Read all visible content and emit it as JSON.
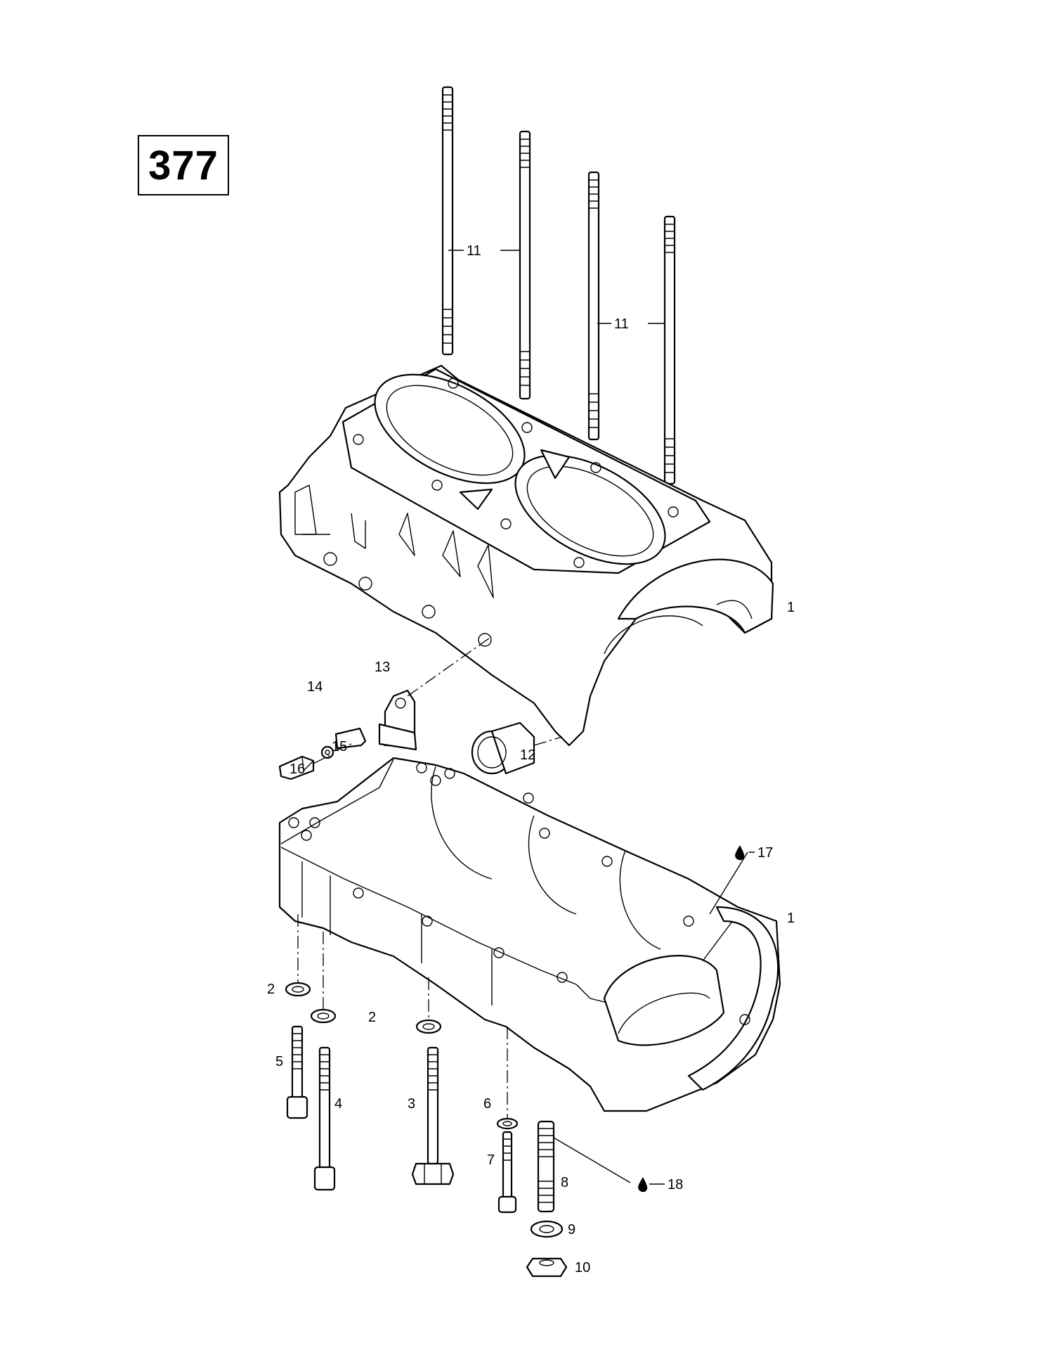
{
  "page_number": "377",
  "callouts": {
    "c1a": "1",
    "c1b": "1",
    "c2a": "2",
    "c2b": "2",
    "c3": "3",
    "c4": "4",
    "c5": "5",
    "c6": "6",
    "c7": "7",
    "c8": "8",
    "c9": "9",
    "c10": "10",
    "c11a": "11",
    "c11b": "11",
    "c12": "12",
    "c13": "13",
    "c14": "14",
    "c15": "15",
    "c16": "16",
    "c17": "17",
    "c18": "18"
  },
  "icons": {
    "lubricant": "drop-icon"
  }
}
